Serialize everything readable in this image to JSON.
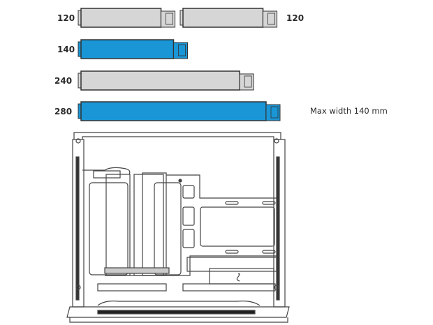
{
  "radiators": [
    {
      "label": "120",
      "size_mm": 120,
      "color": "#d6d6d6"
    },
    {
      "label": "120",
      "size_mm": 120,
      "color": "#d6d6d6"
    },
    {
      "label": "140",
      "size_mm": 140,
      "color": "#1a96d6"
    },
    {
      "label": "240",
      "size_mm": 240,
      "color": "#d6d6d6"
    },
    {
      "label": "280",
      "size_mm": 280,
      "color": "#1a96d6"
    }
  ],
  "note": "Max width 140 mm",
  "colors": {
    "outline": "#333333",
    "case_line": "#444444"
  }
}
